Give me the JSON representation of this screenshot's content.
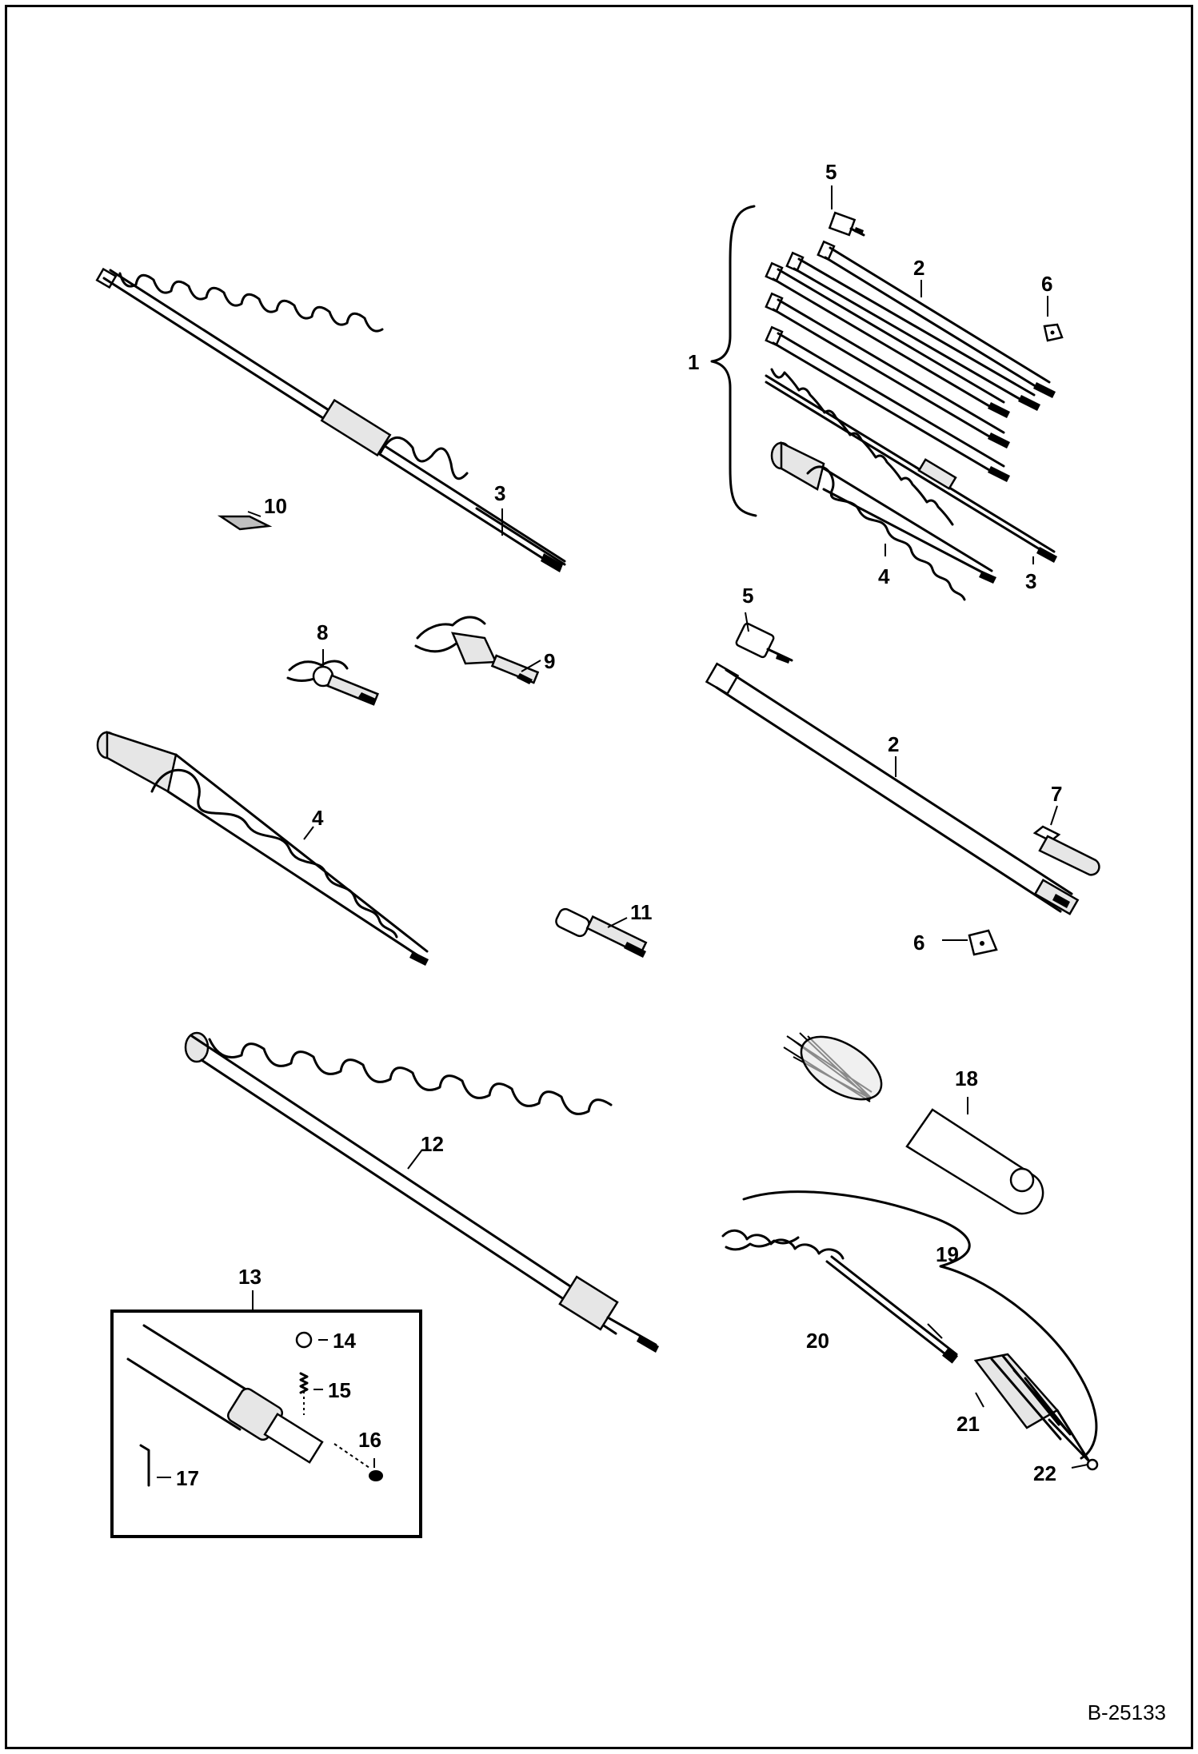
{
  "drawing_id": "B-25133",
  "callouts": {
    "c1": "1",
    "c2a": "2",
    "c2b": "2",
    "c3a": "3",
    "c3b": "3",
    "c4a": "4",
    "c4b": "4",
    "c5a": "5",
    "c5b": "5",
    "c6a": "6",
    "c6b": "6",
    "c7": "7",
    "c8": "8",
    "c9": "9",
    "c10": "10",
    "c11": "11",
    "c12": "12",
    "c13": "13",
    "c14": "14",
    "c15": "15",
    "c16": "16",
    "c17": "17",
    "c18": "18",
    "c19": "19",
    "c20": "20",
    "c21": "21",
    "c22": "22"
  }
}
